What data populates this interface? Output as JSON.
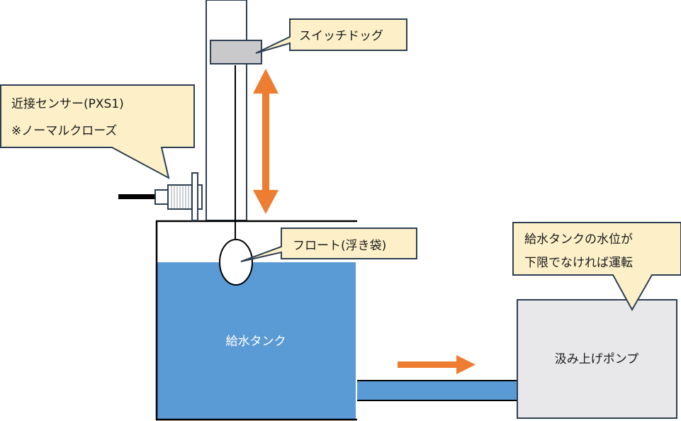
{
  "diagram": {
    "title": "給水タンク フロートスイッチ構成図",
    "colors": {
      "water": "#5b9bd5",
      "arrow": "#ed7d31",
      "callout_fill": "#fdf0c8",
      "callout_stroke": "#2d3f52",
      "pump_fill": "#e8e8ea",
      "dog_fill": "#c9c9cc",
      "line": "#000000",
      "frame": "#2d3f52"
    },
    "labels": {
      "sensor_line1": "近接センサー(PXS1)",
      "sensor_line2": "※ノーマルクローズ",
      "switch_dog": "スイッチドッグ",
      "float": "フロート(浮き袋)",
      "tank": "給水タンク",
      "pump": "汲み上げポンプ",
      "pump_note_line1": "給水タンクの水位が",
      "pump_note_line2": "下限でなければ運転"
    },
    "components": [
      {
        "id": "proximity-sensor",
        "label": "近接センサー(PXS1)",
        "note": "※ノーマルクローズ"
      },
      {
        "id": "switch-dog",
        "label": "スイッチドッグ"
      },
      {
        "id": "float",
        "label": "フロート(浮き袋)"
      },
      {
        "id": "water-tank",
        "label": "給水タンク"
      },
      {
        "id": "pump",
        "label": "汲み上げポンプ"
      }
    ],
    "arrows": [
      {
        "id": "dog-travel",
        "direction": "vertical-bidirectional"
      },
      {
        "id": "flow",
        "direction": "right",
        "from": "water-tank",
        "to": "pump"
      }
    ]
  }
}
